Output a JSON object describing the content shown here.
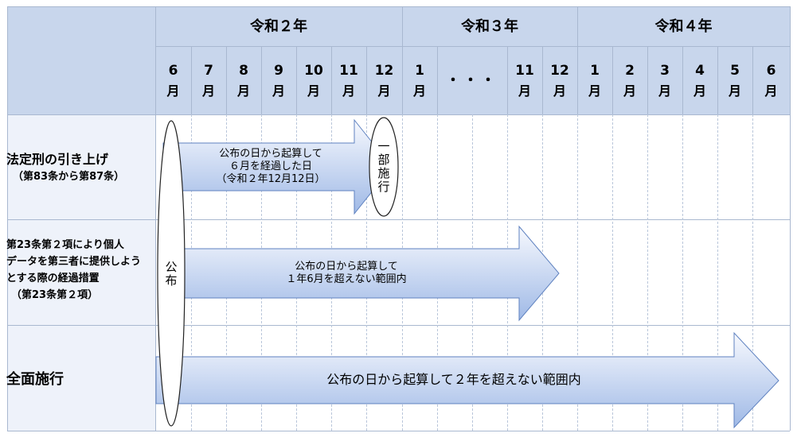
{
  "years": [
    {
      "label": "令和２年"
    },
    {
      "label": "令和３年"
    },
    {
      "label": "令和４年"
    }
  ],
  "months": [
    {
      "num": "6",
      "unit": "月"
    },
    {
      "num": "7",
      "unit": "月"
    },
    {
      "num": "8",
      "unit": "月"
    },
    {
      "num": "9",
      "unit": "月"
    },
    {
      "num": "10",
      "unit": "月"
    },
    {
      "num": "11",
      "unit": "月"
    },
    {
      "num": "12",
      "unit": "月"
    },
    {
      "num": "1",
      "unit": "月"
    },
    {
      "num": "11",
      "unit": "月"
    },
    {
      "num": "12",
      "unit": "月"
    },
    {
      "num": "1",
      "unit": "月"
    },
    {
      "num": "2",
      "unit": "月"
    },
    {
      "num": "3",
      "unit": "月"
    },
    {
      "num": "4",
      "unit": "月"
    },
    {
      "num": "5",
      "unit": "月"
    },
    {
      "num": "6",
      "unit": "月"
    }
  ],
  "ellipsis": "・・・",
  "rows": [
    {
      "label_lines": [
        "法定刑の引き上げ",
        "（第83条から第87条）"
      ],
      "arrow_lines": [
        "公布の日から起算して",
        "６月を経過した日",
        "（令和２年12月12日）"
      ],
      "milestone_chars": [
        "一",
        "部",
        "施",
        "行"
      ]
    },
    {
      "label_lines": [
        "第23条第２項により個人",
        "データを第三者に提供しよう",
        "とする際の経過措置",
        "（第23条第２項）"
      ],
      "arrow_lines": [
        "公布の日から起算して",
        "１年6月を超えない範囲内"
      ]
    },
    {
      "label_lines": [
        "全面施行"
      ],
      "arrow_lines": [
        "公布の日から起算して２年を超えない範囲内"
      ]
    }
  ],
  "promulgation_chars": [
    "公",
    "布"
  ],
  "colors": {
    "header_bg": "#c8d6ec",
    "row_bg": "#eef2fa",
    "arrow_light": "#f7f9fe",
    "arrow_dark": "#9fb9e6",
    "arrow_stroke": "#5f82c0"
  }
}
